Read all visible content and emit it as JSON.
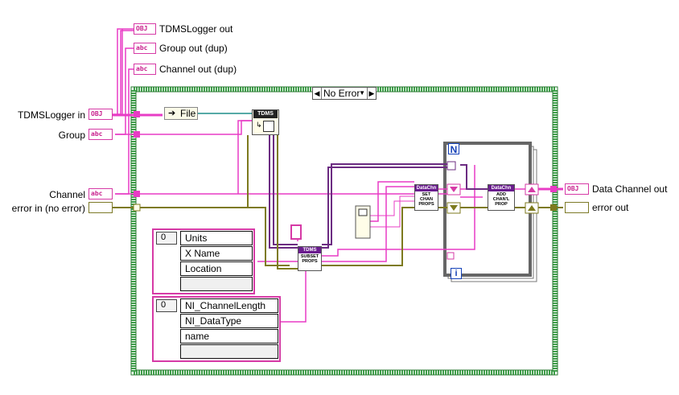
{
  "case_structure": {
    "selector_value": "No Error"
  },
  "controls": [
    {
      "name": "TDMSLogger in",
      "tag": "OBJ"
    },
    {
      "name": "Group",
      "tag": "abc"
    },
    {
      "name": "Channel",
      "tag": "abc"
    },
    {
      "name": "error in (no error)",
      "tag": ""
    }
  ],
  "indicators": [
    {
      "name": "TDMSLogger out",
      "tag": "OBJ"
    },
    {
      "name": "Group out (dup)",
      "tag": "abc"
    },
    {
      "name": "Channel out (dup)",
      "tag": "abc"
    },
    {
      "name": "Data Channel out",
      "tag": "OBJ"
    },
    {
      "name": "error out",
      "tag": ""
    }
  ],
  "nodes": {
    "file": "File",
    "tdms_open": "TDMS",
    "subset_props": {
      "header": "TDMS",
      "line1": "SUBSET",
      "line2": "PROPS"
    },
    "set_chan_props": {
      "header": "DataChn",
      "line1": "SET",
      "line2": "CHAN",
      "line3": "PROPS"
    },
    "add_chan_prop": {
      "header": "DataChn",
      "line1": "ADD",
      "line2": "CHAN'L",
      "line3": "PROP"
    }
  },
  "array_constants": [
    {
      "index": "0",
      "items": [
        "Units",
        "X Name",
        "Location",
        ""
      ]
    },
    {
      "index": "0",
      "items": [
        "NI_ChannelLength",
        "NI_DataType",
        "name",
        ""
      ]
    }
  ],
  "for_loop": {
    "count_terminal": "N",
    "iteration_terminal": "i"
  },
  "colors": {
    "frame_green": "#3f9f4a",
    "wire_pink": "#e83cc5",
    "wire_olive": "#7d7a1e",
    "wire_purple": "#6c2c82",
    "wire_teal": "#1f8d8a"
  }
}
